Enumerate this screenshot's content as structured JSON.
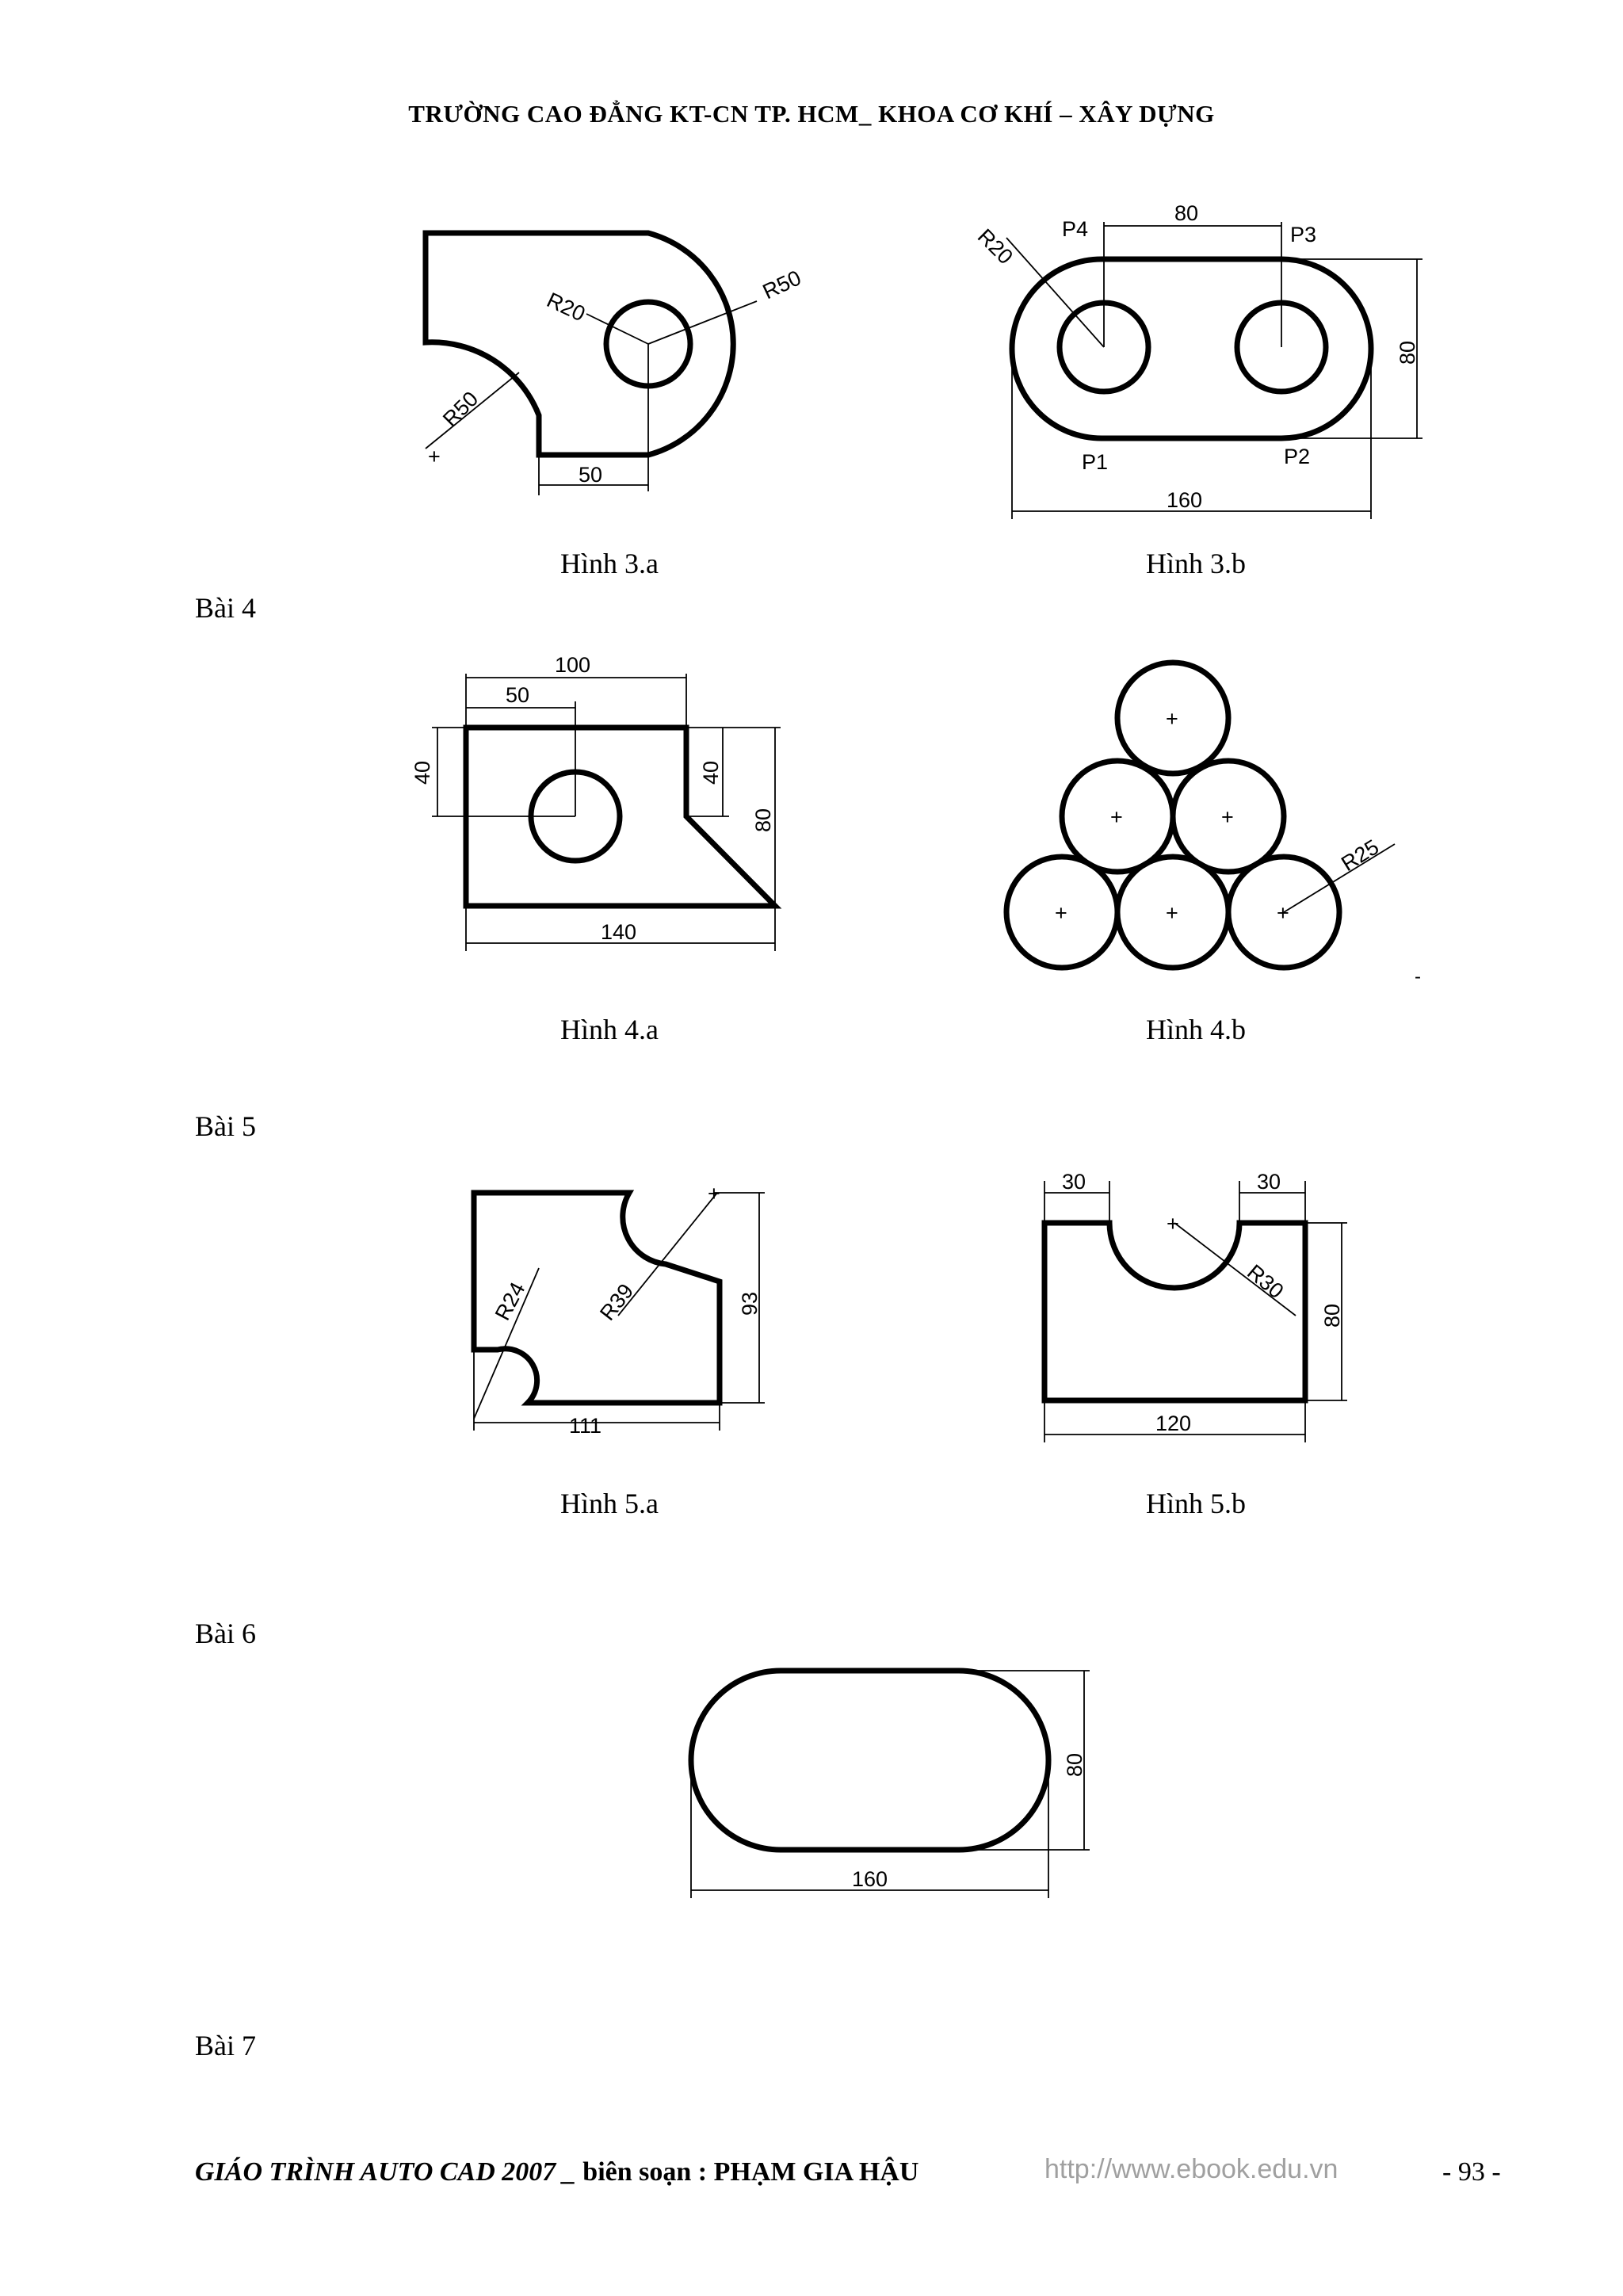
{
  "header": "TRƯỜNG CAO ĐẲNG KT-CN TP. HCM_ KHOA CƠ KHÍ – XÂY DỰNG",
  "sections": [
    "Bài 4",
    "Bài 5",
    "Bài 6",
    "Bài 7"
  ],
  "figures": {
    "fig3a": {
      "caption": "Hình 3.a",
      "labels": [
        "R20",
        "R50",
        "R50",
        "50"
      ]
    },
    "fig3b": {
      "caption": "Hình 3.b",
      "labels": [
        "P4",
        "80",
        "P3",
        "R20",
        "80",
        "P1",
        "P2",
        "160"
      ]
    },
    "fig4a": {
      "caption": "Hình 4.a",
      "labels": [
        "100",
        "50",
        "40",
        "40",
        "80",
        "140"
      ]
    },
    "fig4b": {
      "caption": "Hình 4.b",
      "labels": [
        "R25"
      ]
    },
    "fig5a": {
      "caption": "Hình 5.a",
      "labels": [
        "R24",
        "R39",
        "93",
        "111"
      ]
    },
    "fig5b": {
      "caption": "Hình 5.b",
      "labels": [
        "30",
        "30",
        "R30",
        "80",
        "120"
      ]
    },
    "fig6": {
      "caption": "",
      "labels": [
        "80",
        "160"
      ]
    }
  },
  "footer": {
    "title": "GIÁO TRÌNH AUTO CAD 2007",
    "sep": " _ ",
    "author_prefix": "biên soạn : ",
    "author": "PHẠM GIA HẬU",
    "url": "http://www.ebook.edu.vn",
    "page": "- 93 -"
  }
}
